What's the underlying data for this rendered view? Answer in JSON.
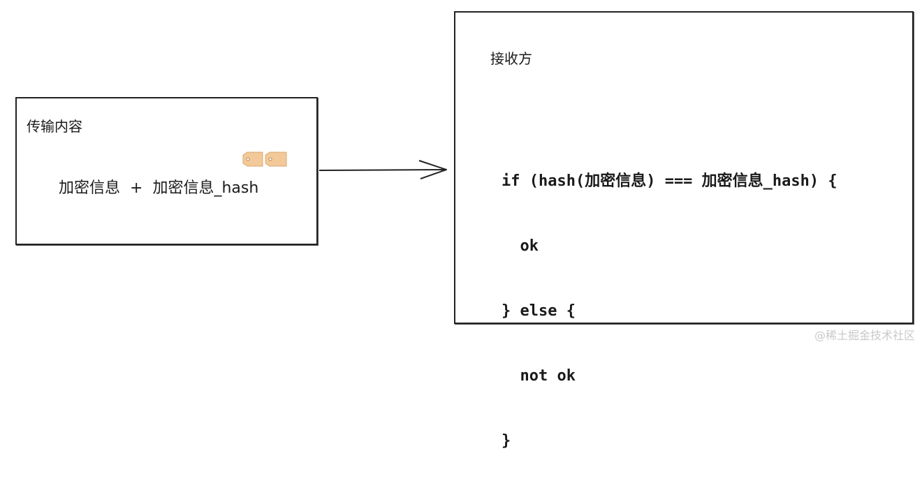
{
  "sender": {
    "title": "传输内容",
    "payload_left": "加密信息",
    "payload_plus": "+",
    "payload_right": "加密信息_hash"
  },
  "receiver": {
    "title": "接收方",
    "code_lines": [
      "if (hash(加密信息) === 加密信息_hash) {",
      "  ok",
      "} else {",
      "  not ok",
      "}"
    ]
  },
  "icons": {
    "tags": "price-tag-icon",
    "tag_color": "#f3c99a",
    "arrow": "right-arrow-icon"
  },
  "watermark": "@稀土掘金技术社区"
}
